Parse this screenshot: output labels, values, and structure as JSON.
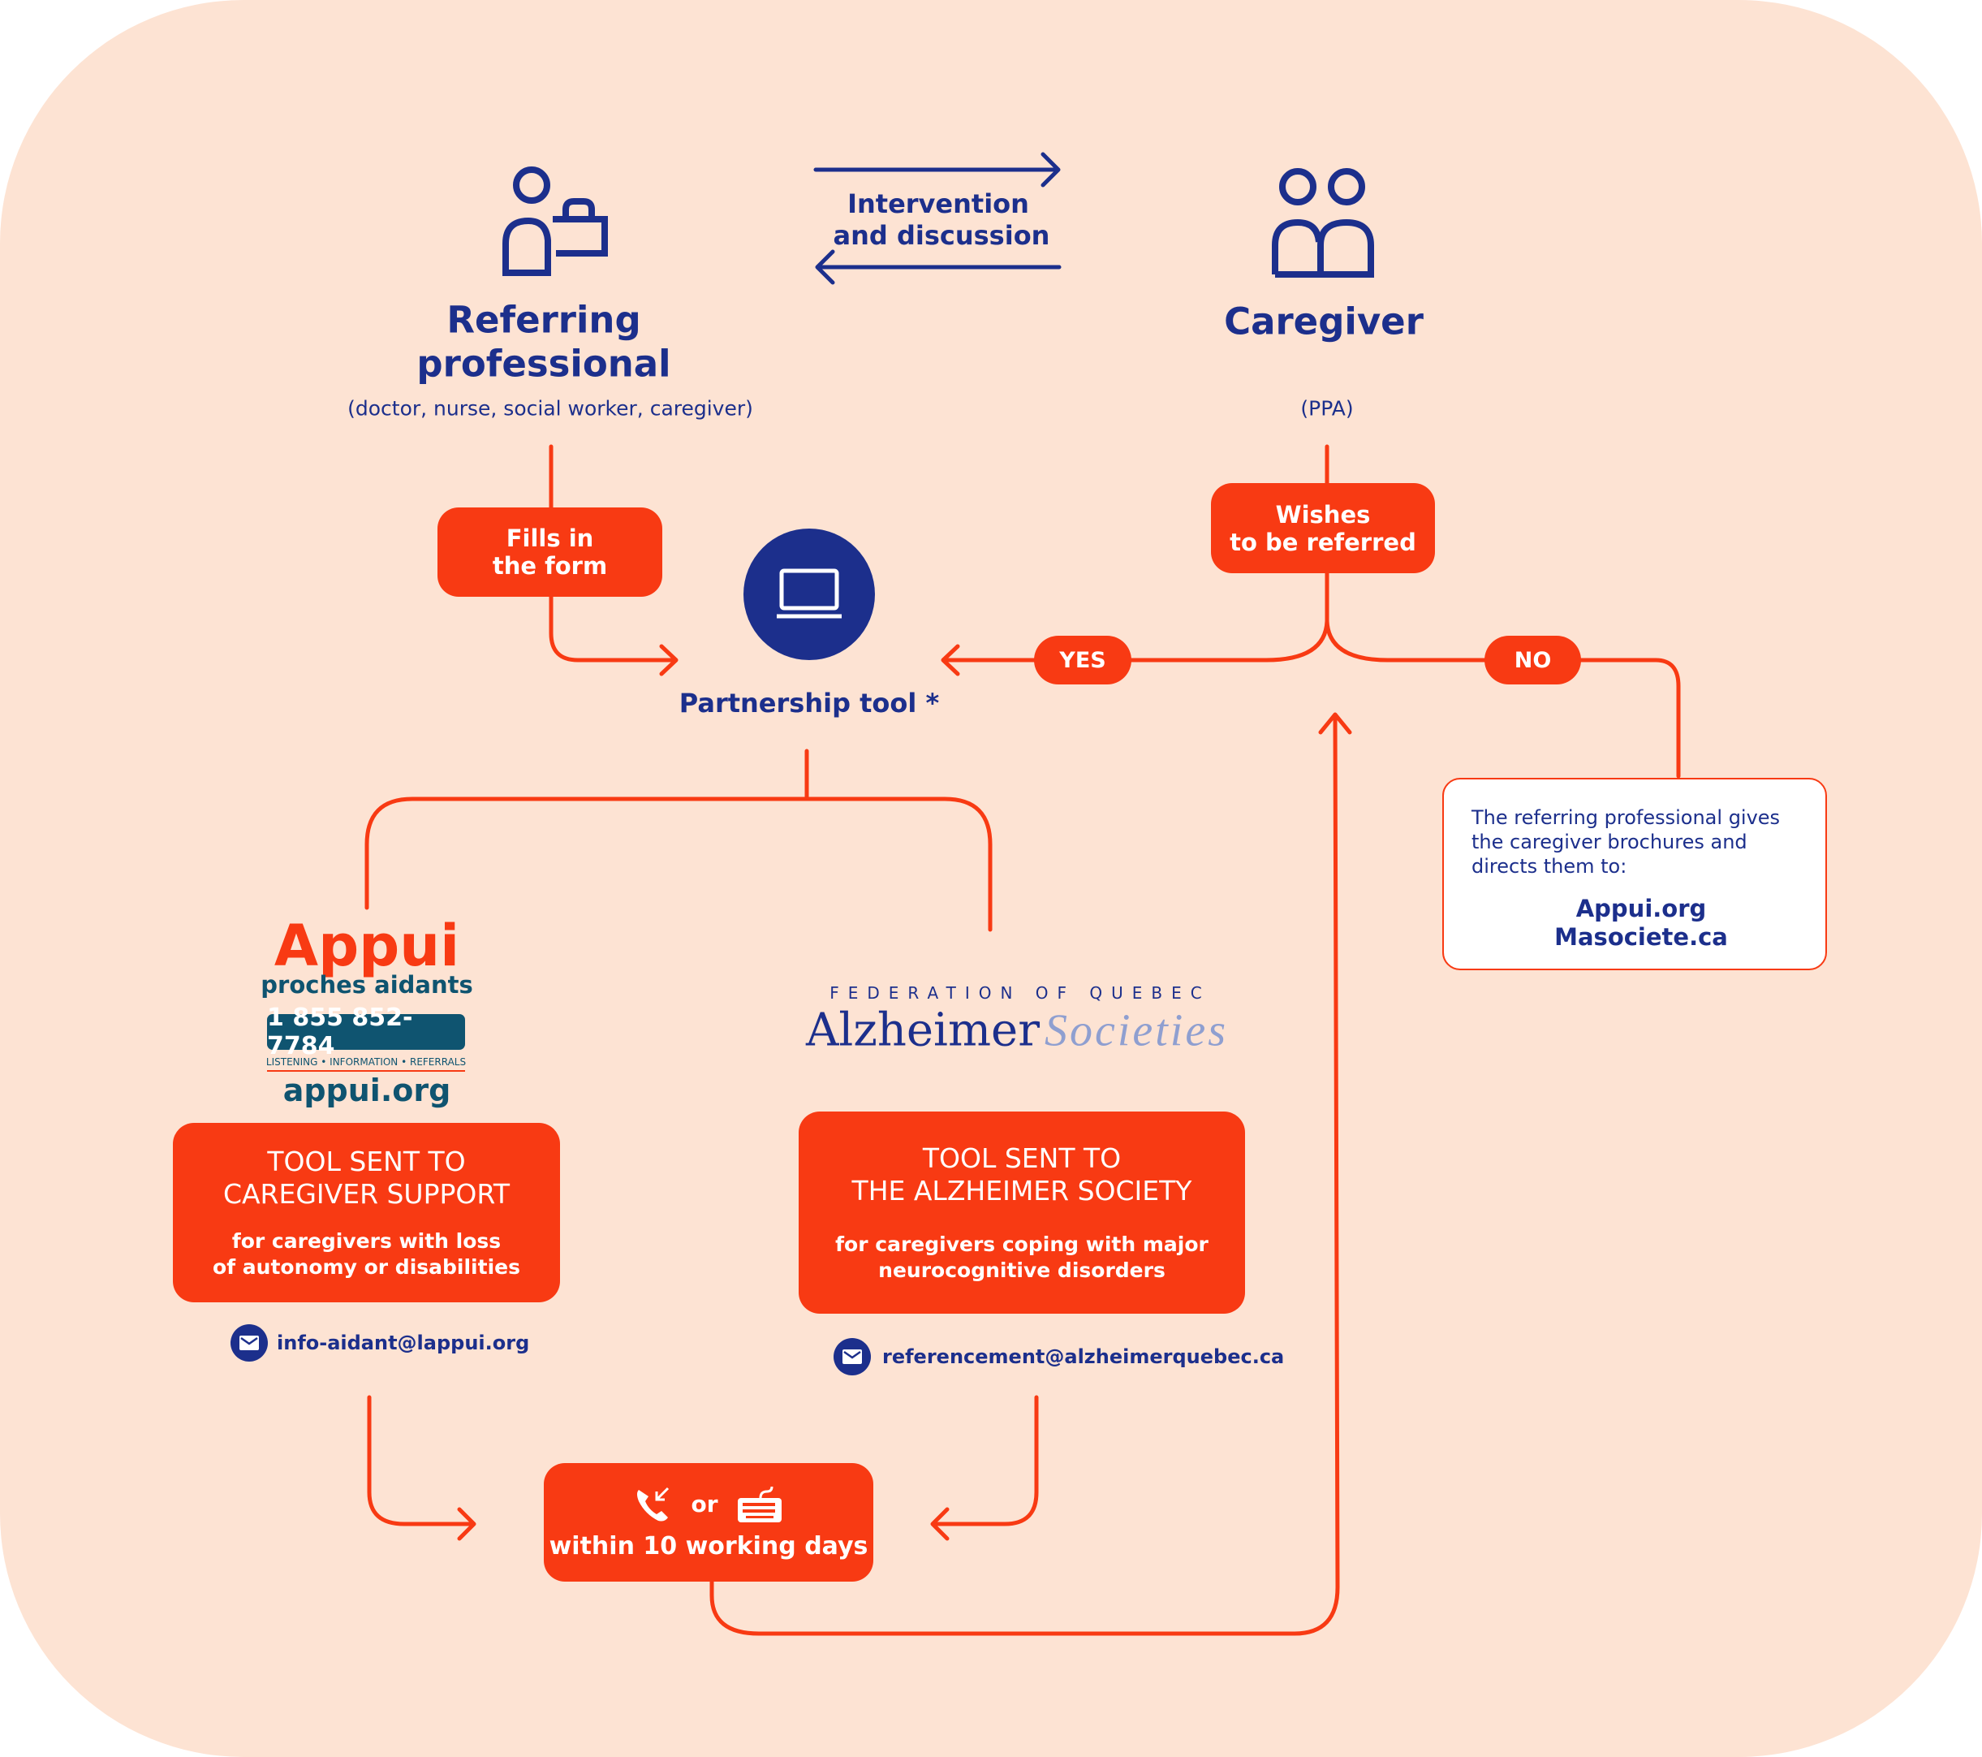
{
  "colors": {
    "accent": "#f83a13",
    "navy": "#1c2f8c",
    "teal": "#0f5470",
    "background": "#fde3d3"
  },
  "referring": {
    "title_line1": "Referring",
    "title_line2": "professional",
    "subtitle": "(doctor, nurse, social worker, caregiver)",
    "icon": "professional-with-briefcase-icon"
  },
  "exchange": {
    "line1": "Intervention",
    "line2": "and discussion"
  },
  "caregiver": {
    "title": "Caregiver",
    "subtitle": "(PPA)",
    "icon": "two-people-icon"
  },
  "fills_form": {
    "line1": "Fills in",
    "line2": "the form"
  },
  "wishes": {
    "line1": "Wishes",
    "line2": "to be referred"
  },
  "partnership": {
    "label": "Partnership tool *",
    "icon": "laptop-icon"
  },
  "yes_label": "YES",
  "no_label": "NO",
  "info_box": {
    "line1": "The referring professional gives",
    "line2": "the caregiver brochures and",
    "line3": "directs them to:",
    "link1": "Appui.org",
    "link2": "Masociete.ca"
  },
  "appui_logo": {
    "name": "Appui",
    "tagline": "proches aidants",
    "phone": "1 855 852-7784",
    "services": "LISTENING • INFORMATION • REFERRALS",
    "site": "appui.org"
  },
  "alzheimer_logo": {
    "top": "FEDERATION OF QUEBEC",
    "name1": "Alzheimer",
    "name2": "Societies"
  },
  "box_appui": {
    "line1": "TOOL SENT TO",
    "line2": "CAREGIVER SUPPORT",
    "sub1": "for caregivers with loss",
    "sub2": "of autonomy or disabilities",
    "email": "info-aidant@lappui.org"
  },
  "box_alz": {
    "line1": "TOOL SENT TO",
    "line2": "THE ALZHEIMER SOCIETY",
    "sub1": "for caregivers coping with major",
    "sub2": "neurocognitive disorders",
    "email": "referencement@alzheimerquebec.ca"
  },
  "contact_box": {
    "or": "or",
    "text": "within 10 working days"
  }
}
